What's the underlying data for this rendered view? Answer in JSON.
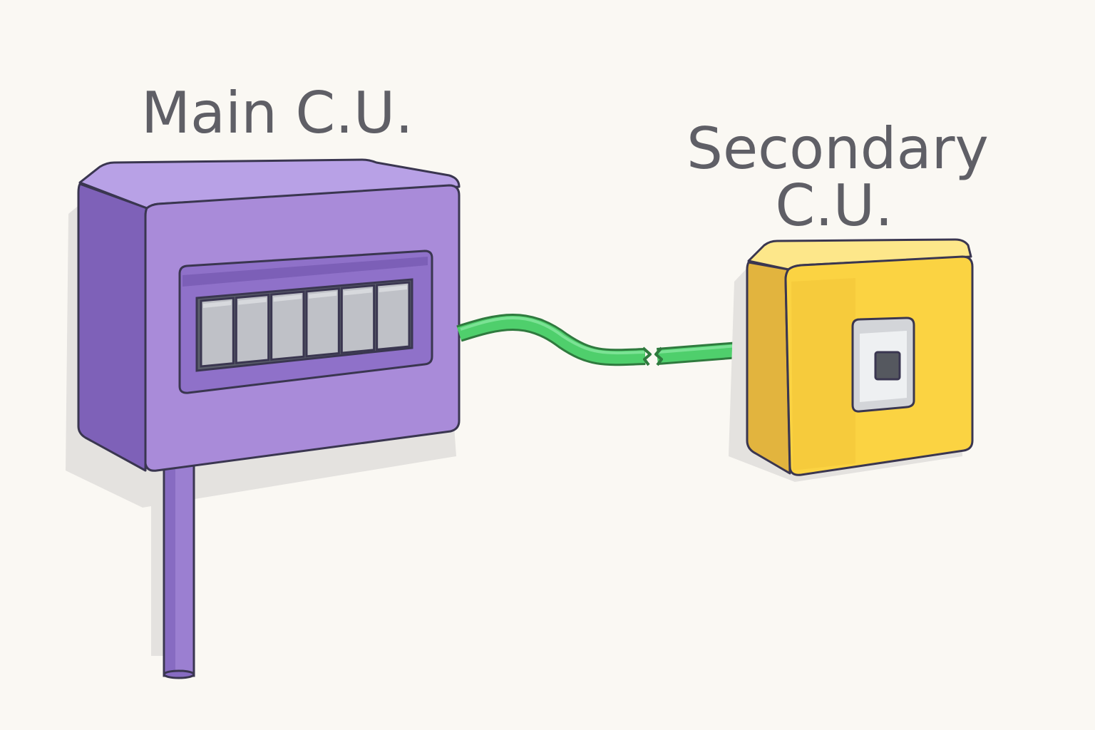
{
  "main_unit": {
    "label": "Main C.U.",
    "color": "#a98bd9",
    "breaker_count": 6
  },
  "secondary_unit": {
    "label_line1": "Secondary",
    "label_line2": "C.U.",
    "color": "#fbd342"
  },
  "cable": {
    "color": "#4fcf6c"
  },
  "colors": {
    "background": "#faf8f3",
    "outline": "#3a3650",
    "text": "#5f5f66"
  }
}
